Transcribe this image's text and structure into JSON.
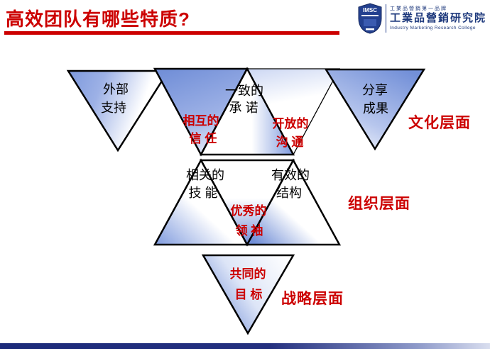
{
  "header": {
    "title": "高效团队有哪些特质?",
    "logo": {
      "badge": "IMSC",
      "tagline": "工業品營銷第一品牌",
      "name": "工業品營銷研究院",
      "subtitle": "Industry Marketing Research College"
    }
  },
  "diagram": {
    "triangles": {
      "external_support": {
        "line1": "外部",
        "line2": "支持"
      },
      "mutual_trust": {
        "line1": "相互的",
        "line2": "信 任"
      },
      "consistent_commitment": {
        "line1": "一致的",
        "line2": "承 诺"
      },
      "open_communication": {
        "line1": "开放的",
        "line2": "沟 通"
      },
      "share_results": {
        "line1": "分享",
        "line2": "成果"
      },
      "relevant_skills": {
        "line1": "相关的",
        "line2": "技 能"
      },
      "excellent_leader": {
        "line1": "优秀的",
        "line2": "领 袖"
      },
      "effective_structure": {
        "line1": "有效的",
        "line2": "结构"
      },
      "common_goal": {
        "line1": "共同的",
        "line2": "目 标"
      }
    },
    "labels": {
      "culture": "文化层面",
      "organization": "组织层面",
      "strategy": "战略层面"
    },
    "colors": {
      "triangle_blue": "#7d99dd",
      "red_accent": "#cc0000",
      "navy": "#1f3a7d"
    }
  }
}
